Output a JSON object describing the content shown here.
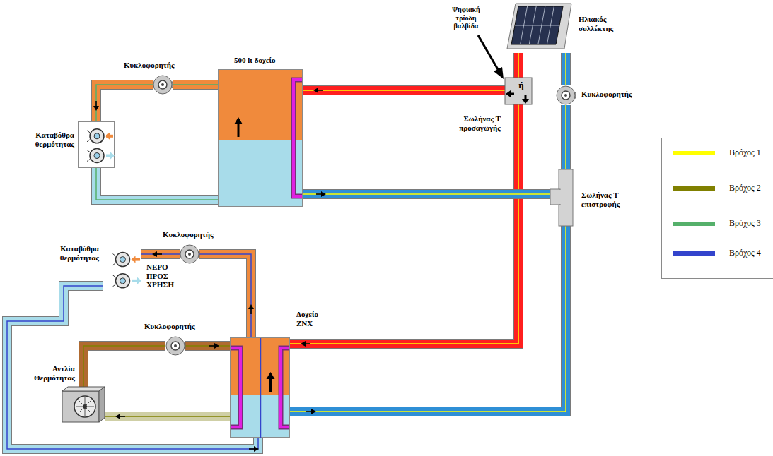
{
  "diagram": {
    "nodes": [
      {
        "text": [
          "500 lt δοχείο"
        ]
      },
      {
        "text": [
          "Κυκλοφορητής"
        ]
      },
      {
        "text": [
          "Καταβόθρα θερμότητας"
        ]
      },
      {
        "text": [
          "ή",
          "Σωλήνας Τ προσαγωγής"
        ]
      },
      {
        "text": [
          "Ηλιακός συλλέκτης"
        ]
      },
      {
        "text": [
          "Κυκλοφορητής"
        ]
      },
      {
        "text": [
          "Σωλήνας Τ επιστροφής"
        ]
      },
      {
        "text": [
          "Κυκλοφορητής"
        ]
      },
      {
        "text": [
          "Καταβόθρα θερμότητας",
          "ΝΕΡΟ ΠΡΟΣ ΧΡΗΣΗ"
        ]
      },
      {
        "text": [
          "Δοχείο ΖΝΧ"
        ]
      },
      {
        "text": [
          "Κυκλοφορητής"
        ]
      },
      {
        "text": [
          "Αντλία Θερμότητας"
        ]
      }
    ],
    "edges": [
      {
        "from": 4,
        "to": 3,
        "arrow": "none"
      },
      {
        "from": 3,
        "to": 0,
        "arrow": "to"
      },
      {
        "from": 3,
        "to": 9,
        "arrow": "to"
      },
      {
        "from": 0,
        "to": 6,
        "arrow": "to"
      },
      {
        "from": 9,
        "to": 6,
        "arrow": "to"
      },
      {
        "from": 6,
        "to": 5,
        "arrow": "none"
      },
      {
        "from": 5,
        "to": 4,
        "arrow": "none"
      },
      {
        "from": 0,
        "to": 1,
        "arrow": "none"
      },
      {
        "from": 1,
        "to": 2,
        "arrow": "to"
      },
      {
        "from": 2,
        "to": 0,
        "arrow": "none"
      },
      {
        "from": 9,
        "to": 7,
        "arrow": "to"
      },
      {
        "from": 7,
        "to": 8,
        "arrow": "to"
      },
      {
        "from": 8,
        "to": 9,
        "arrow": "to"
      },
      {
        "from": 11,
        "to": 10,
        "arrow": "none"
      },
      {
        "from": 10,
        "to": 9,
        "arrow": "to"
      },
      {
        "from": 9,
        "to": 11,
        "arrow": "to"
      }
    ],
    "labels": [
      "Ψηφιακή τρίοδη βαλβίδα"
    ],
    "legend": [
      {
        "text": "Βρόχος 1",
        "color": "#ffff00"
      },
      {
        "text": "Βρόχος 2",
        "color": "#808000"
      },
      {
        "text": "Βρόχος 3",
        "color": "#55b06b"
      },
      {
        "text": "Βρόχος 4",
        "color": "#3344cc"
      }
    ]
  }
}
